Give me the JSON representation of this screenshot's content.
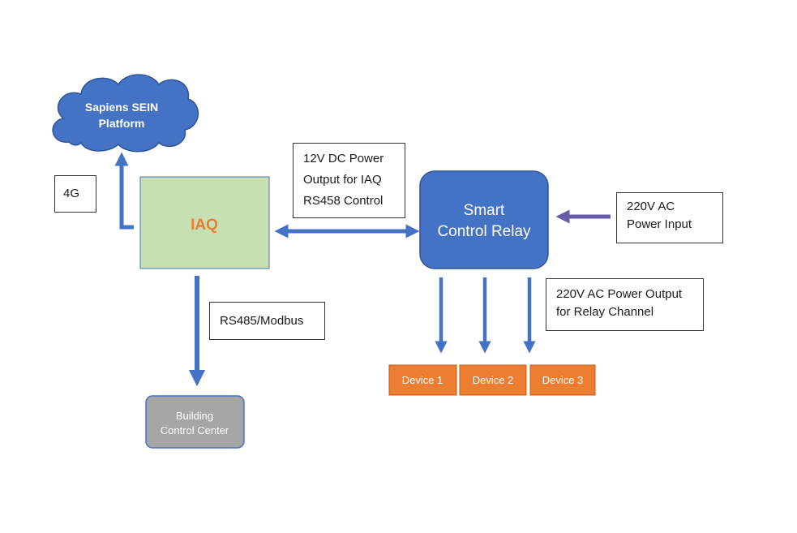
{
  "colors": {
    "cloud": "#4472c4",
    "iaq_fill": "#c6e0b4",
    "iaq_text": "#ed7d31",
    "relay": "#4472c4",
    "arrow": "#4472c4",
    "power_arrow": "#6a5aa8",
    "device": "#ed7d31",
    "building": "#a6a6a6"
  },
  "nodes": {
    "cloud": {
      "line1": "Sapiens SEIN",
      "line2": "Platform"
    },
    "iaq": {
      "label": "IAQ"
    },
    "relay": {
      "line1": "Smart",
      "line2": "Control Relay"
    },
    "building": {
      "line1": "Building",
      "line2": "Control Center"
    },
    "devices": [
      "Device 1",
      "Device 2",
      "Device 3"
    ]
  },
  "labels": {
    "fourg": "4G",
    "dc_power": [
      "12V DC Power",
      "Output for IAQ",
      "RS458 Control"
    ],
    "ac_input": [
      "220V AC",
      "Power Input"
    ],
    "ac_output": [
      "220V AC Power Output",
      "for Relay Channel"
    ],
    "modbus": "RS485/Modbus"
  }
}
